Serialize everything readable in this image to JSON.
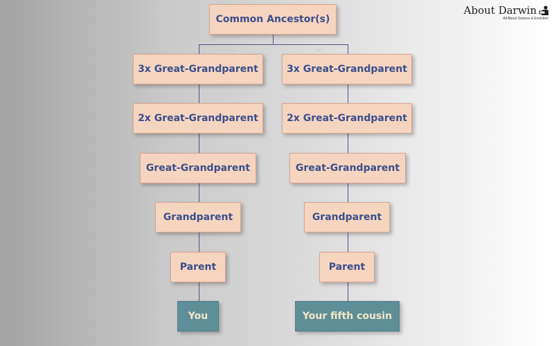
{
  "diagram": {
    "root": "Common Ancestor(s)",
    "left_chain": [
      "3x Great-Grandparent",
      "2x Great-Grandparent",
      "Great-Grandparent",
      "Grandparent",
      "Parent",
      "You"
    ],
    "right_chain": [
      "3x Great-Grandparent",
      "2x Great-Grandparent",
      "Great-Grandparent",
      "Grandparent",
      "Parent",
      "Your fifth cousin"
    ]
  },
  "brand": {
    "title": "About Darwin",
    "subtitle": "All About Science & Evolution",
    "icon": "reading-figure-icon"
  },
  "colors": {
    "box_fill": "#f6d5c0",
    "box_text": "#3a4f8c",
    "leaf_fill": "#5e8f99",
    "leaf_text": "#f6e6c6",
    "connector": "#5c4a8a"
  }
}
